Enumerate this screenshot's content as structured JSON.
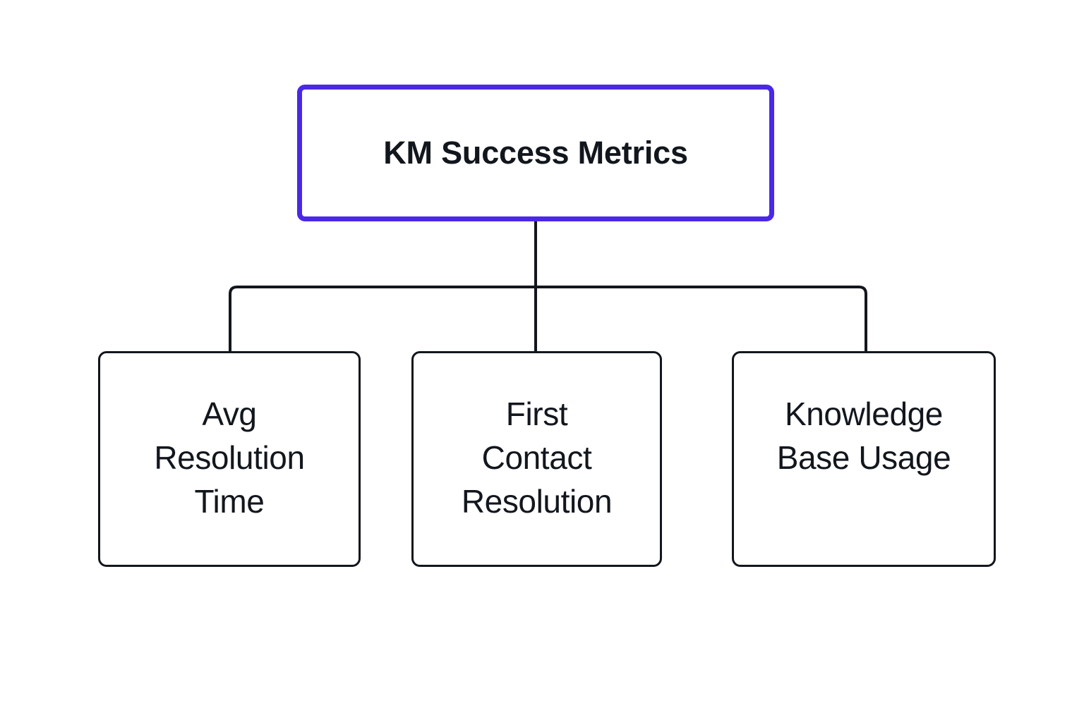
{
  "diagram": {
    "type": "org-tree",
    "orientation": "top-down",
    "background_color": "#ffffff",
    "root": {
      "id": "km-success-metrics",
      "label": "KM Success Metrics",
      "border_color": "#4b27e8",
      "fill_color": "#ffffff",
      "text_color": "#12161d"
    },
    "children": [
      {
        "id": "avg-resolution-time",
        "label": "Avg\nResolution\nTime",
        "border_color": "#12161d",
        "fill_color": "#ffffff",
        "text_color": "#12161d"
      },
      {
        "id": "first-contact-resolution",
        "label": "First\nContact\nResolution",
        "border_color": "#12161d",
        "fill_color": "#ffffff",
        "text_color": "#12161d"
      },
      {
        "id": "knowledge-base-usage",
        "label": "Knowledge\nBase Usage",
        "border_color": "#12161d",
        "fill_color": "#ffffff",
        "text_color": "#12161d"
      }
    ],
    "connector_color": "#12161d"
  }
}
